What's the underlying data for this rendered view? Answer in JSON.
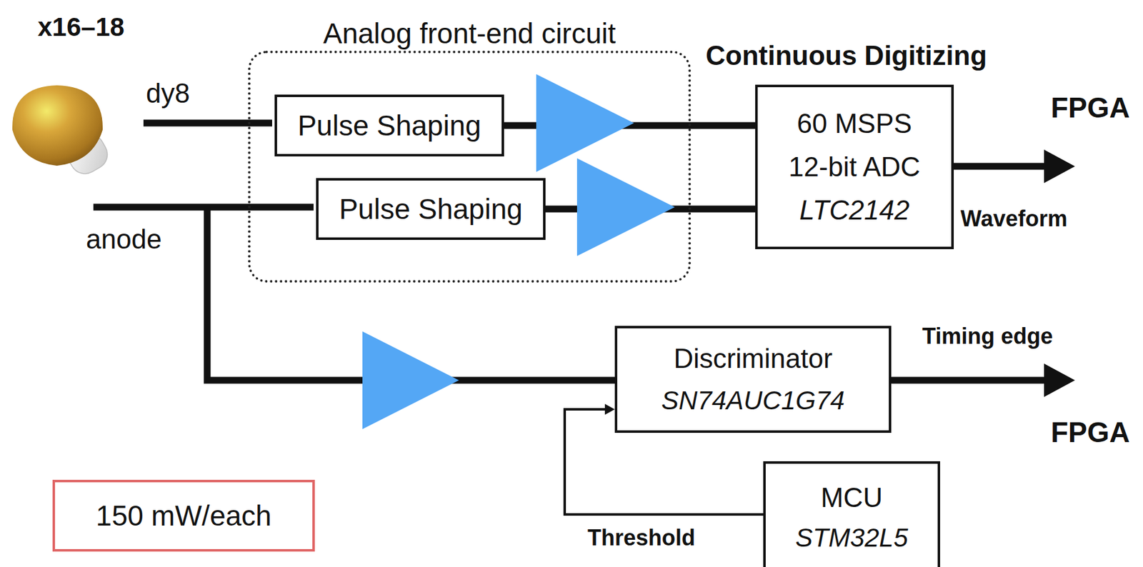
{
  "diagram": {
    "nodes": [
      {
        "text": [
          "Analog front-end circuit"
        ]
      },
      {
        "text": [
          "Pulse Shaping"
        ],
        "in": 0
      },
      {
        "text": [
          "Pulse Shaping"
        ],
        "in": 0
      },
      {
        "text": [
          "Continuous Digitizing",
          "60 MSPS",
          "12-bit ADC",
          "LTC2142"
        ]
      },
      {
        "text": [
          "Discriminator",
          "SN74AUC1G74"
        ]
      },
      {
        "text": [
          "MCU",
          "STM32L5"
        ]
      },
      {
        "text": [
          "150 mW/each"
        ]
      }
    ],
    "edges": [
      {
        "from": 1,
        "to": 3,
        "arrow": "none"
      },
      {
        "from": 2,
        "to": 3,
        "arrow": "none"
      },
      {
        "from": 5,
        "to": 4,
        "arrow": "to",
        "label": "Threshold"
      }
    ],
    "labels": [
      "x16–18",
      "dy8",
      "anode",
      "FPGA",
      "Waveform",
      "Timing edge",
      "FPGA"
    ]
  }
}
